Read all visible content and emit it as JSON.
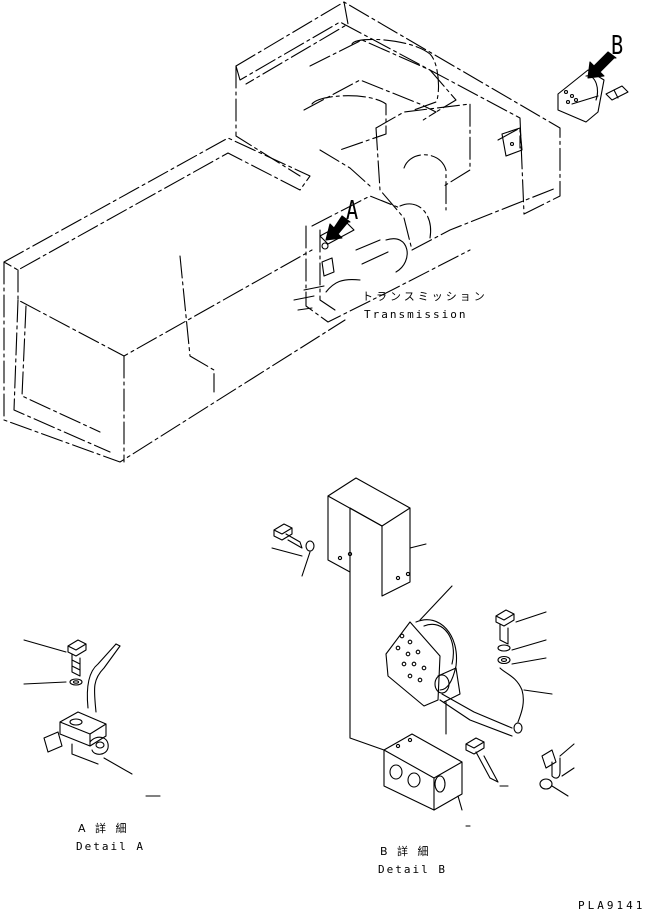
{
  "callouts": {
    "a": "A",
    "b": "B"
  },
  "transmission": {
    "jp": "トランスミッション",
    "en": "Transmission"
  },
  "details": {
    "a_jp": "A 詳 細",
    "a_en": "Detail A",
    "b_jp": "B 詳 細",
    "b_en": "Detail B"
  },
  "drawing_code": "PLA9141"
}
